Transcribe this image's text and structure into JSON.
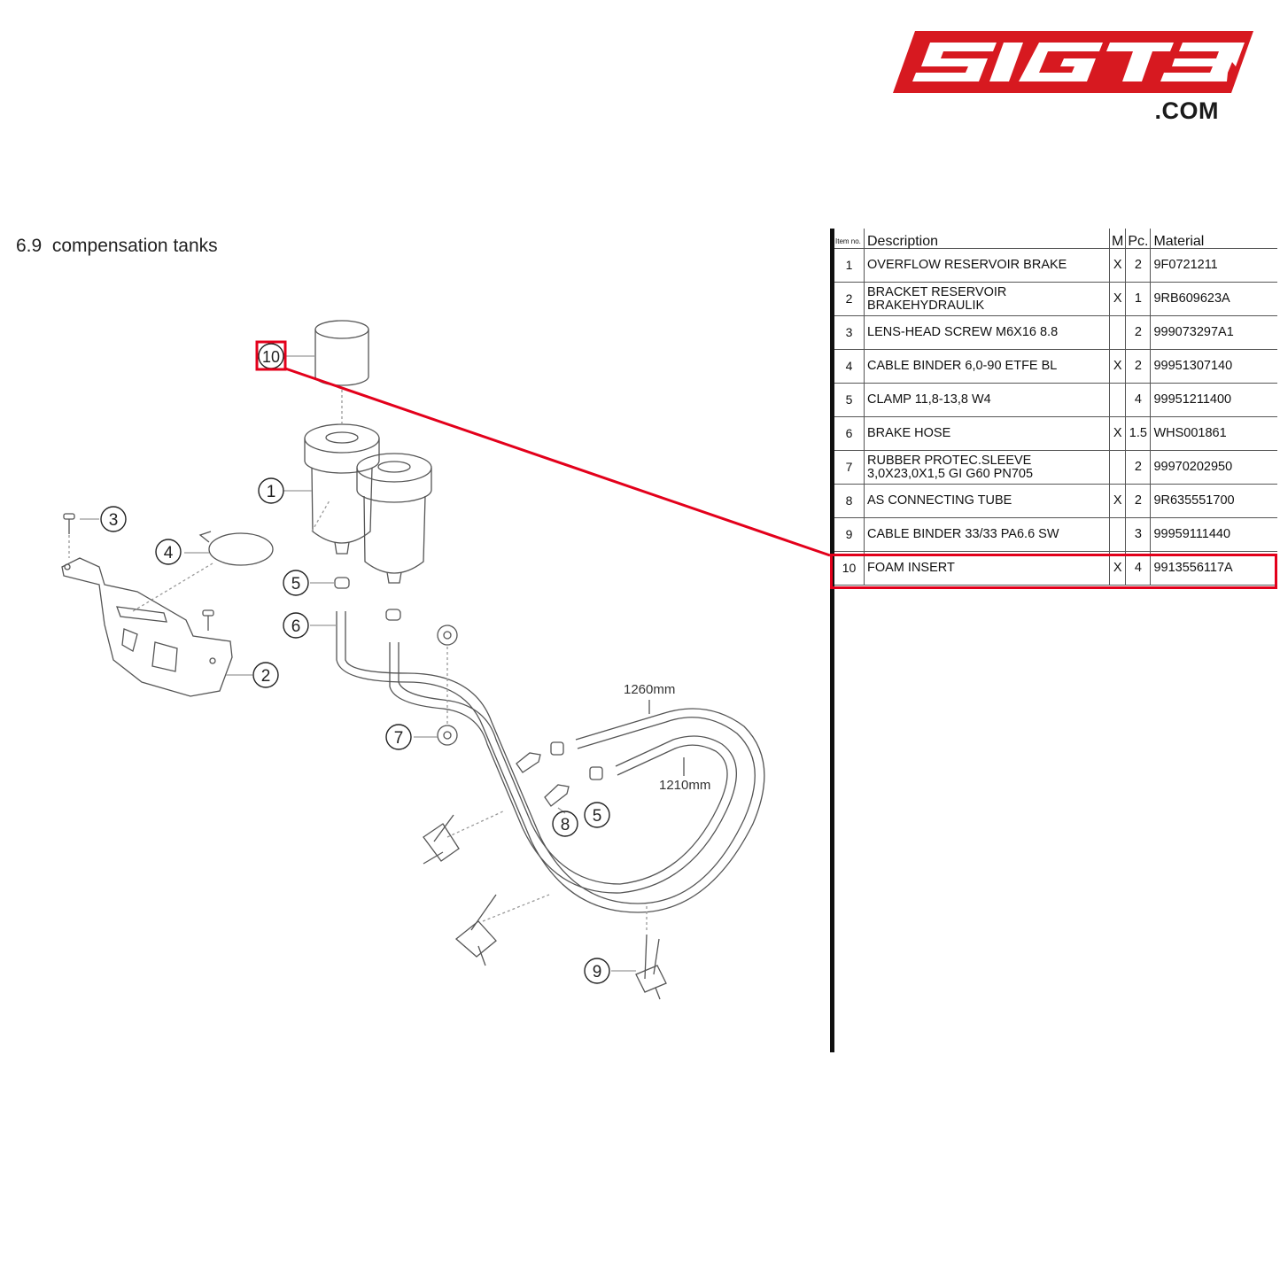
{
  "logo": {
    "text": "SIGT3",
    "suffix": ".COM",
    "color": "#d71920"
  },
  "section_title": "6.9  compensation tanks",
  "callouts": [
    "1",
    "2",
    "3",
    "4",
    "5",
    "6",
    "7",
    "8",
    "5",
    "9",
    "10"
  ],
  "dimensions": {
    "hose_a": "1260mm",
    "hose_b": "1210mm"
  },
  "table": {
    "headers": {
      "item": "Item no.",
      "description": "Description",
      "m": "M",
      "pc": "Pc.",
      "material": "Material"
    },
    "rows": [
      {
        "item": "1",
        "description": "OVERFLOW RESERVOIR BRAKE",
        "m": "X",
        "pc": "2",
        "material": "9F0721211"
      },
      {
        "item": "2",
        "description": "BRACKET RESERVOIR BRAKEHYDRAULIK",
        "m": "X",
        "pc": "1",
        "material": "9RB609623A"
      },
      {
        "item": "3",
        "description": "LENS-HEAD SCREW M6X16 8.8",
        "m": "",
        "pc": "2",
        "material": "999073297A1"
      },
      {
        "item": "4",
        "description": "CABLE BINDER 6,0-90 ETFE BL",
        "m": "X",
        "pc": "2",
        "material": "99951307140"
      },
      {
        "item": "5",
        "description": "CLAMP 11,8-13,8 W4",
        "m": "",
        "pc": "4",
        "material": "99951211400"
      },
      {
        "item": "6",
        "description": "BRAKE HOSE",
        "m": "X",
        "pc": "1.5",
        "material": "WHS001861"
      },
      {
        "item": "7",
        "description": "RUBBER PROTEC.SLEEVE 3,0X23,0X1,5 GI G60 PN705",
        "m": "",
        "pc": "2",
        "material": "99970202950"
      },
      {
        "item": "8",
        "description": "AS CONNECTING TUBE",
        "m": "X",
        "pc": "2",
        "material": "9R635551700"
      },
      {
        "item": "9",
        "description": "CABLE BINDER 33/33 PA6.6 SW",
        "m": "",
        "pc": "3",
        "material": "99959111440"
      },
      {
        "item": "10",
        "description": "FOAM INSERT",
        "m": "X",
        "pc": "4",
        "material": "9913556117A"
      }
    ]
  },
  "highlight": {
    "item": "10",
    "color": "#e3001b"
  }
}
